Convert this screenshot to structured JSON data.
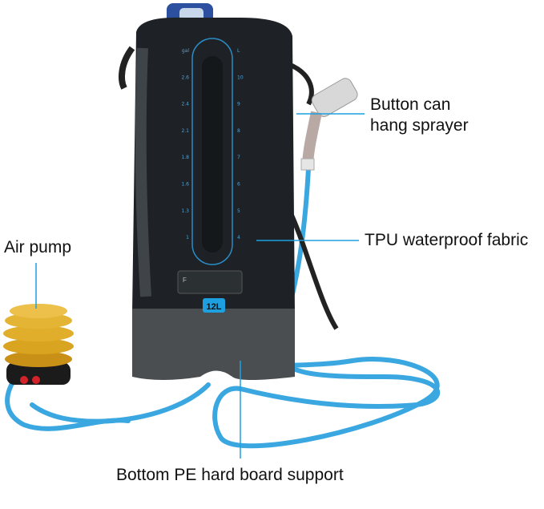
{
  "callouts": {
    "sprayer": "Button can\nhang sprayer",
    "sprayer_line1": "Button can",
    "sprayer_line2": "hang sprayer",
    "fabric": "TPU waterproof fabric",
    "pump": "Air pump",
    "base": "Bottom PE hard board support"
  },
  "bag": {
    "capacity_badge": "12L",
    "scale_gal": [
      "gal",
      "2.6",
      "2.4",
      "2.1",
      "1.8",
      "1.6",
      "1.3",
      "1"
    ],
    "scale_l": [
      "L",
      "10",
      "9",
      "8",
      "7",
      "6",
      "5",
      "4"
    ],
    "thermometer_unit": "F",
    "colors": {
      "body": "#1e2226",
      "base": "#4a4e50",
      "accent": "#1ea0e0",
      "tube": "#3aa7e0",
      "pump": "#d9a520"
    }
  }
}
